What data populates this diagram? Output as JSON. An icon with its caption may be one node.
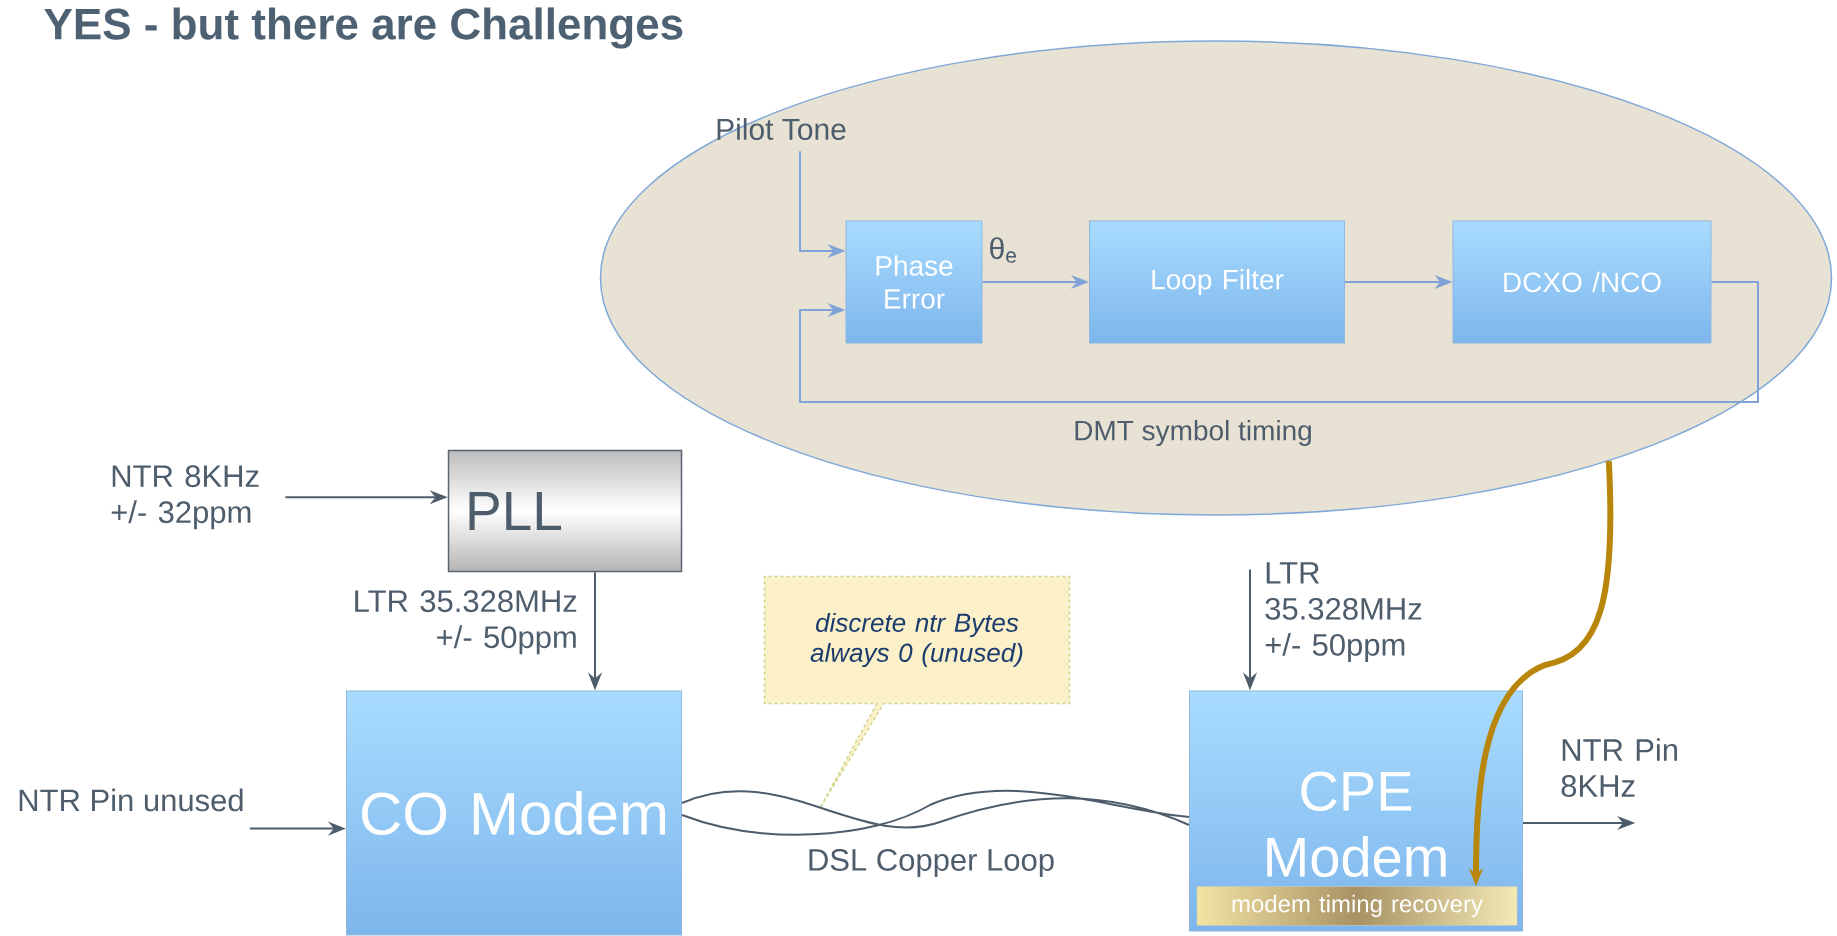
{
  "diagram": {
    "title": "YES - but there are Challenges",
    "nodes": [
      {
        "text": [],
        "shape": "ellipse"
      },
      {
        "text": [
          "Pilot Tone"
        ],
        "in": 0
      },
      {
        "text": [
          "Phase Error"
        ],
        "in": 0
      },
      {
        "text": [
          "Loop Filter"
        ],
        "in": 0
      },
      {
        "text": [
          "DCXO /NCO"
        ],
        "in": 0
      },
      {
        "text": [
          "NTR 8KHz +/- 32ppm"
        ]
      },
      {
        "text": [
          "PLL"
        ]
      },
      {
        "text": [
          "CO Modem"
        ]
      },
      {
        "text": [
          "NTR Pin unused"
        ]
      },
      {
        "text": [
          "CPE Modem"
        ]
      },
      {
        "text": [
          "modem timing recovery"
        ],
        "in": 9
      },
      {
        "text": [
          "discrete ntr Bytes always 0 (unused)"
        ]
      },
      {
        "text": [
          "NTR Pin 8KHz"
        ]
      }
    ],
    "edges": [
      {
        "from": 1,
        "to": 2,
        "arrow": "to",
        "color": "#7fa3d6"
      },
      {
        "from": 2,
        "to": 3,
        "arrow": "to",
        "label": "θ$_{e}$",
        "color": "#7fa3d6"
      },
      {
        "from": 3,
        "to": 4,
        "arrow": "to",
        "color": "#7fa3d6"
      },
      {
        "from": 4,
        "to": 2,
        "arrow": "to",
        "label": "DMT symbol timing",
        "color": "#7fa3d6"
      },
      {
        "from": 5,
        "to": 6,
        "arrow": "to"
      },
      {
        "from": 6,
        "to": 7,
        "arrow": "to",
        "label": "LTR 35.328MHz +/- 50ppm"
      },
      {
        "from": 8,
        "to": 7,
        "arrow": "to"
      },
      {
        "from": 7,
        "to": 9,
        "arrow": "none",
        "label": "DSL Copper Loop"
      },
      {
        "from": null,
        "to": 9,
        "arrow": "to",
        "label": "LTR 35.328MHz +/- 50ppm"
      },
      {
        "from": 0,
        "to": 10,
        "arrow": "to",
        "style": "thick",
        "color": "#b8860b"
      },
      {
        "from": 9,
        "to": 12,
        "arrow": "to"
      }
    ]
  }
}
